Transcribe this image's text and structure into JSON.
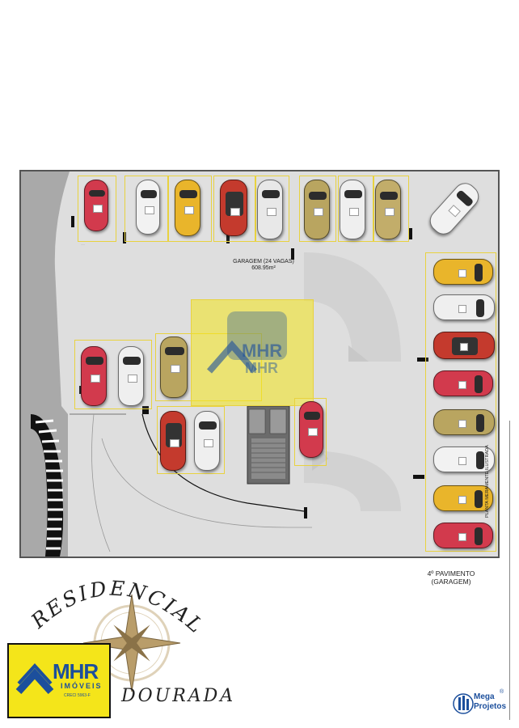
{
  "plan": {
    "garage_title": "GARAGEM (24 VAGAS)",
    "garage_area": "608.95m²",
    "floor_name": "4º PAVIMENTO",
    "floor_subtitle": "(GARAGEM)",
    "side_note": "PLANTA MERAMENTE ILUSTRADA"
  },
  "brand": {
    "residential_word": "RESIDENCIAL",
    "residential_word_bottom": "DOURADA",
    "mhr_name": "MHR",
    "mhr_sub": "IMÓVEIS",
    "mhr_creci": "CRECI 5963-F",
    "mega_name": "Mega",
    "mega_sub": "Projetos",
    "mega_mark": "®"
  },
  "colors": {
    "floor": "#dedede",
    "outer_sidewalk": "#a9a9a9",
    "bay_outline": "#e8d23f",
    "logo_yellow": "#f4e51a",
    "logo_blue": "#1c4f9c"
  }
}
